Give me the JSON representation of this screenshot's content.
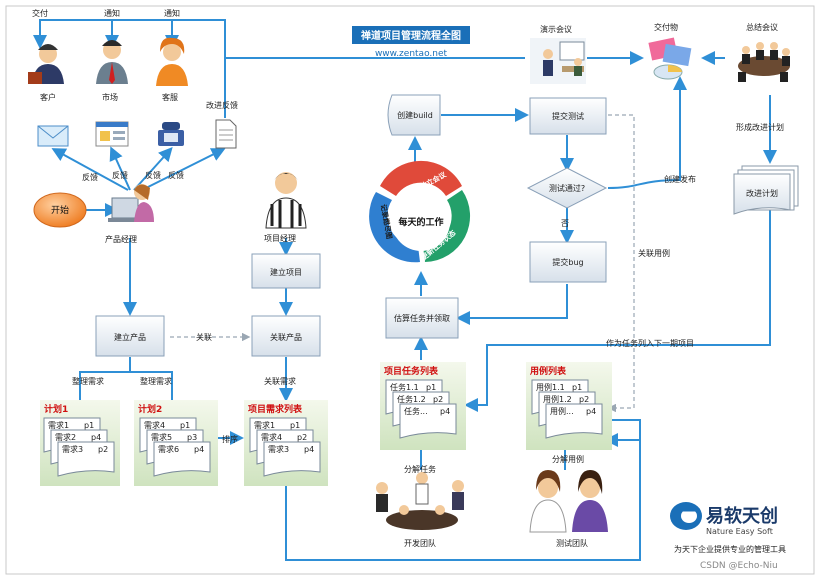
{
  "title": {
    "main": "禅道项目管理流程全图",
    "url": "www.zentao.net"
  },
  "top_labels": {
    "jiaofu": "交付",
    "tongzhi1": "通知",
    "tongzhi2": "通知"
  },
  "people": {
    "customer": "客户",
    "market": "市场",
    "service": "客服",
    "feedback_label": "改进反馈"
  },
  "feedback": {
    "f1": "反馈",
    "f2": "反馈",
    "f3": "反馈",
    "f4": "反馈"
  },
  "start": "开始",
  "product_manager": "产品经理",
  "project_manager": "项目经理",
  "nodes": {
    "create_product": "建立产品",
    "create_project": "建立项目",
    "link_product": "关联产品",
    "create_build": "创建build",
    "submit_test": "提交测试",
    "test_passed": "测试通过?",
    "submit_bug": "提交bug",
    "estimate": "估算任务并领取",
    "improve_plan": "改进计划"
  },
  "edge_labels": {
    "link": "关联",
    "sort_req1": "整理需求",
    "sort_req2": "整理需求",
    "link_req": "关联需求",
    "rank": "排序",
    "no": "否",
    "create_release": "创建发布",
    "link_case": "关联用例",
    "next_iter": "作为任务列入下一期项目",
    "make_plan": "形成改进计划",
    "split_task": "分解任务",
    "split_case": "分解用例"
  },
  "cycle": {
    "center": "每天的工作",
    "s1": "参加站立会议",
    "s2": "更新任务状态",
    "s3": "记录燃尽图"
  },
  "right_top": {
    "demo": "演示会议",
    "deliverable": "交付物",
    "summary": "总结会议"
  },
  "plan1": {
    "title": "计划1",
    "rows": [
      [
        "需求1",
        "p1"
      ],
      [
        "需求2",
        "p4"
      ],
      [
        "需求3",
        "p2"
      ]
    ]
  },
  "plan2": {
    "title": "计划2",
    "rows": [
      [
        "需求4",
        "p1"
      ],
      [
        "需求5",
        "p3"
      ],
      [
        "需求6",
        "p4"
      ]
    ]
  },
  "req_list": {
    "title": "项目需求列表",
    "rows": [
      [
        "需求1",
        "p1"
      ],
      [
        "需求4",
        "p2"
      ],
      [
        "需求3",
        "p4"
      ]
    ]
  },
  "task_list": {
    "title": "项目任务列表",
    "rows": [
      [
        "任务1.1",
        "p1"
      ],
      [
        "任务1.2",
        "p2"
      ],
      [
        "任务...",
        "p4"
      ]
    ]
  },
  "case_list": {
    "title": "用例列表",
    "rows": [
      [
        "用例1.1",
        "p1"
      ],
      [
        "用例1.2",
        "p2"
      ],
      [
        "用例...",
        "p4"
      ]
    ]
  },
  "teams": {
    "dev": "开发团队",
    "test": "测试团队"
  },
  "logo": {
    "name": "易软天创",
    "en": "Nature Easy Soft",
    "slogan": "为天下企业提供专业的管理工具"
  },
  "watermark": "CSDN @Echo-Niu",
  "colors": {
    "line": "#2f8fd6",
    "title_bg": "#1a6fb8",
    "red": "#d01010",
    "green": "#2a9d5a"
  }
}
